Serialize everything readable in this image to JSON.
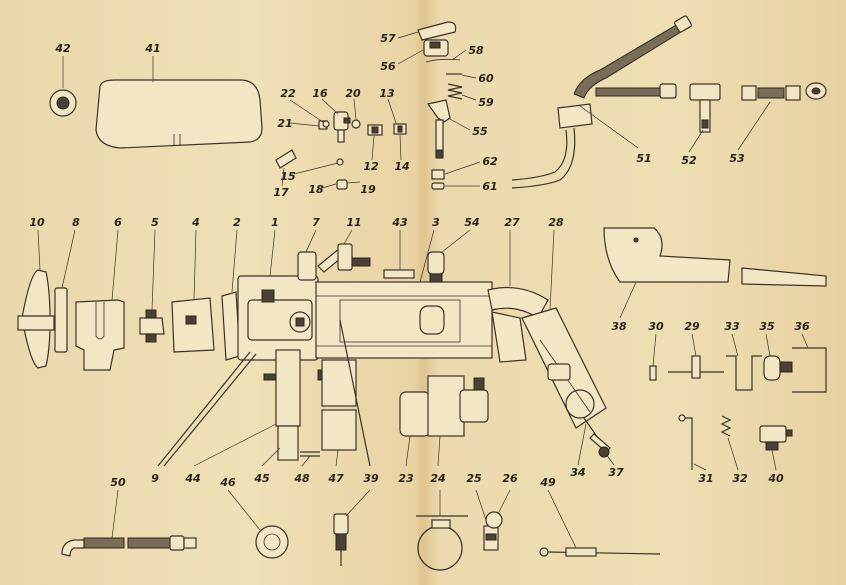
{
  "diagram": {
    "type": "exploded-parts-drawing",
    "labels": [
      {
        "id": "42",
        "text": "42"
      },
      {
        "id": "41",
        "text": "41"
      },
      {
        "id": "22",
        "text": "22"
      },
      {
        "id": "16",
        "text": "16"
      },
      {
        "id": "20",
        "text": "20"
      },
      {
        "id": "13",
        "text": "13"
      },
      {
        "id": "21",
        "text": "21"
      },
      {
        "id": "12",
        "text": "12"
      },
      {
        "id": "14",
        "text": "14"
      },
      {
        "id": "17",
        "text": "17"
      },
      {
        "id": "15",
        "text": "15"
      },
      {
        "id": "18",
        "text": "18"
      },
      {
        "id": "19",
        "text": "19"
      },
      {
        "id": "57",
        "text": "57"
      },
      {
        "id": "56",
        "text": "56"
      },
      {
        "id": "58",
        "text": "58"
      },
      {
        "id": "60",
        "text": "60"
      },
      {
        "id": "59",
        "text": "59"
      },
      {
        "id": "55",
        "text": "55"
      },
      {
        "id": "62",
        "text": "62"
      },
      {
        "id": "61",
        "text": "61"
      },
      {
        "id": "51",
        "text": "51"
      },
      {
        "id": "52",
        "text": "52"
      },
      {
        "id": "53",
        "text": "53"
      },
      {
        "id": "10",
        "text": "10"
      },
      {
        "id": "8",
        "text": "8"
      },
      {
        "id": "6",
        "text": "6"
      },
      {
        "id": "5",
        "text": "5"
      },
      {
        "id": "4",
        "text": "4"
      },
      {
        "id": "2",
        "text": "2"
      },
      {
        "id": "1",
        "text": "1"
      },
      {
        "id": "7",
        "text": "7"
      },
      {
        "id": "11",
        "text": "11"
      },
      {
        "id": "43",
        "text": "43"
      },
      {
        "id": "3",
        "text": "3"
      },
      {
        "id": "54",
        "text": "54"
      },
      {
        "id": "27",
        "text": "27"
      },
      {
        "id": "28",
        "text": "28"
      },
      {
        "id": "38",
        "text": "38"
      },
      {
        "id": "30",
        "text": "30"
      },
      {
        "id": "29",
        "text": "29"
      },
      {
        "id": "33",
        "text": "33"
      },
      {
        "id": "35",
        "text": "35"
      },
      {
        "id": "36",
        "text": "36"
      },
      {
        "id": "9",
        "text": "9"
      },
      {
        "id": "44",
        "text": "44"
      },
      {
        "id": "45",
        "text": "45"
      },
      {
        "id": "48",
        "text": "48"
      },
      {
        "id": "47",
        "text": "47"
      },
      {
        "id": "39",
        "text": "39"
      },
      {
        "id": "23",
        "text": "23"
      },
      {
        "id": "24",
        "text": "24"
      },
      {
        "id": "25",
        "text": "25"
      },
      {
        "id": "26",
        "text": "26"
      },
      {
        "id": "34",
        "text": "34"
      },
      {
        "id": "37",
        "text": "37"
      },
      {
        "id": "31",
        "text": "31"
      },
      {
        "id": "32",
        "text": "32"
      },
      {
        "id": "40",
        "text": "40"
      },
      {
        "id": "50",
        "text": "50"
      },
      {
        "id": "46",
        "text": "46"
      },
      {
        "id": "49",
        "text": "49"
      }
    ]
  }
}
